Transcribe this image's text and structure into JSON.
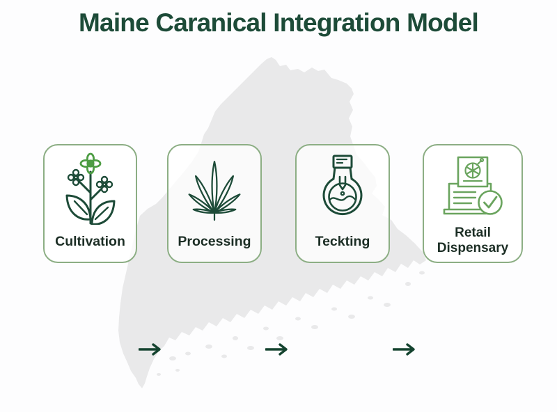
{
  "title": {
    "text": "Maine Caranical Integration Model"
  },
  "theme": {
    "background": "#fdfdfe",
    "title_color": "#1d4b38",
    "map_color": "#e9e9ea",
    "box_border_color": "#8cae84",
    "box_background": "rgba(255,255,255,0.75)",
    "label_color": "#1c2e25",
    "icon_dark_green": "#1d4b38",
    "icon_light_green": "#4e9d44",
    "icon_retail_green": "#6aa45e",
    "arrow_color": "#14432f"
  },
  "map": {
    "name": "maine-state-silhouette"
  },
  "flow": {
    "steps": [
      {
        "label": "Cultivation",
        "icon": "plant-flower-icon"
      },
      {
        "label": "Processing",
        "icon": "cannabis-leaf-icon"
      },
      {
        "label": "Teckting",
        "icon": "flask-icon"
      },
      {
        "label": "Retail Dispensary",
        "icon": "receipt-check-icon"
      }
    ]
  }
}
